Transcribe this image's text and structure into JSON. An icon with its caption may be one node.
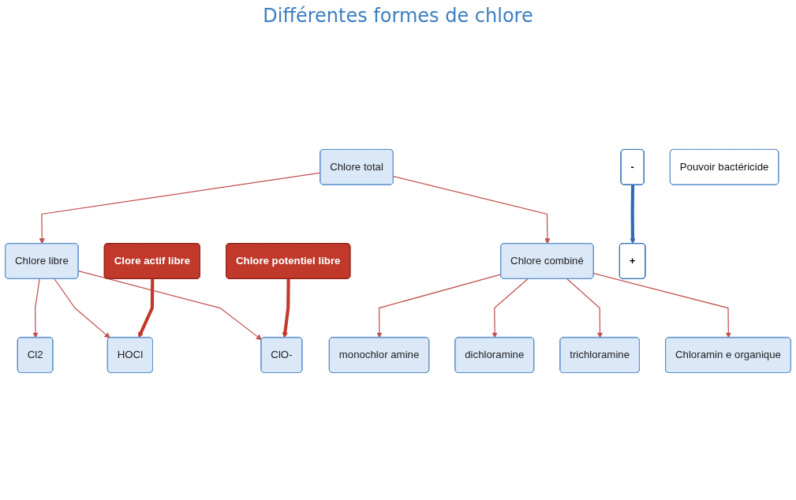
{
  "diagram": {
    "title": "Différentes formes de chlore",
    "nodes": [
      {
        "text": [
          "Chlore total"
        ]
      },
      {
        "text": [
          "Chlore libre"
        ]
      },
      {
        "text": [
          "Chlore combiné"
        ]
      },
      {
        "text": [
          "Cl2"
        ]
      },
      {
        "text": [
          "HOCl"
        ]
      },
      {
        "text": [
          "ClO-"
        ]
      },
      {
        "text": [
          "monochlor amine"
        ]
      },
      {
        "text": [
          "dichloramine"
        ]
      },
      {
        "text": [
          "trichloramine"
        ]
      },
      {
        "text": [
          "Chloramin e organique"
        ]
      },
      {
        "text": [
          "Clore actif libre"
        ]
      },
      {
        "text": [
          "Chlore potentiel libre"
        ]
      },
      {
        "text": [
          "+"
        ]
      },
      {
        "text": [
          "-"
        ]
      },
      {
        "text": [
          "Pouvoir bactéricide"
        ]
      }
    ],
    "edges": [
      {
        "from": 0,
        "to": 1,
        "arrow": "to"
      },
      {
        "from": 0,
        "to": 2,
        "arrow": "to"
      },
      {
        "from": 1,
        "to": 3,
        "arrow": "to"
      },
      {
        "from": 1,
        "to": 4,
        "arrow": "to"
      },
      {
        "from": 1,
        "to": 5,
        "arrow": "to"
      },
      {
        "from": 2,
        "to": 6,
        "arrow": "to"
      },
      {
        "from": 2,
        "to": 7,
        "arrow": "to"
      },
      {
        "from": 2,
        "to": 8,
        "arrow": "to"
      },
      {
        "from": 2,
        "to": 9,
        "arrow": "to"
      },
      {
        "from": 10,
        "to": 4,
        "arrow": "to",
        "style": "thick",
        "color": "#c0392b"
      },
      {
        "from": 11,
        "to": 5,
        "arrow": "to",
        "style": "thick",
        "color": "#c0392b"
      },
      {
        "from": 13,
        "to": 12,
        "arrow": "to",
        "style": "thick",
        "color": "#2e6db4"
      }
    ]
  }
}
